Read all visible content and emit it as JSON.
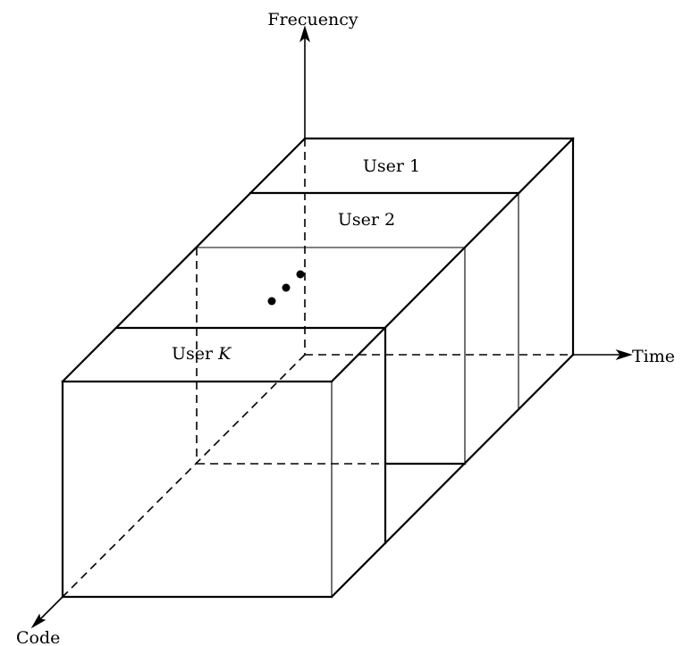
{
  "axes": {
    "frequency": "Frecuency",
    "time": "Time",
    "code": "Code"
  },
  "users": {
    "user1": "User 1",
    "user2": "User 2",
    "userK_prefix": "User ",
    "userK_var": "K"
  }
}
